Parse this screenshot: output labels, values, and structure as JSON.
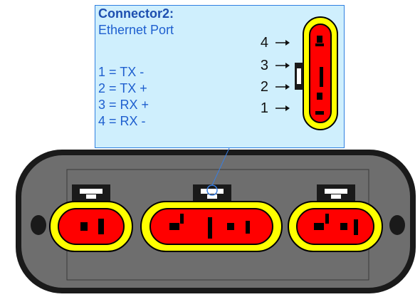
{
  "connector_info": {
    "title": "Connector2:",
    "subtitle": "Ethernet Port",
    "pins": [
      "1 = TX -",
      "2 = TX +",
      "3 = RX +",
      "4 = RX -"
    ],
    "pin_numbers": [
      "4",
      "3",
      "2",
      "1"
    ]
  },
  "colors": {
    "info_background": "#cfeffd",
    "info_border": "#2f7fe0",
    "info_text": "#1e5fcf",
    "housing_outer": "#1a1a1a",
    "housing_inner": "#6e6e6e",
    "connector_yellow": "#ffff00",
    "connector_red": "#ff0000",
    "pin_black": "#000000"
  }
}
